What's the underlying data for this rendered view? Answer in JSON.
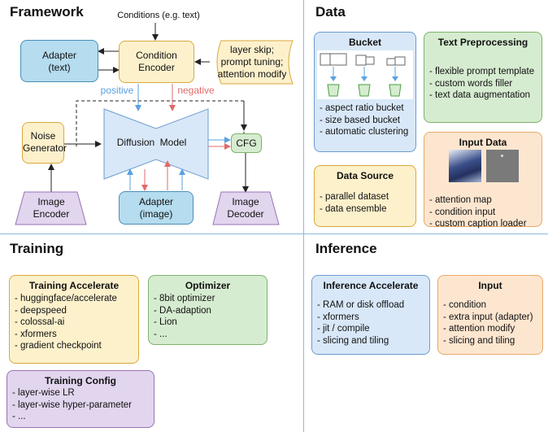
{
  "framework": {
    "title": "Framework",
    "conditions_label": "Conditions (e.g. text)",
    "adapter_text": [
      "Adapter",
      "(text)"
    ],
    "condition_encoder": [
      "Condition",
      "Encoder"
    ],
    "layer_skip": [
      "layer skip;",
      "prompt tuning;",
      "attention modify"
    ],
    "positive": "positive",
    "negative": "negative",
    "noise_generator": [
      "Noise",
      "Generator"
    ],
    "diffusion": "Diffusion",
    "model": "Model",
    "cfg": "CFG",
    "image_encoder": [
      "Image",
      "Encoder"
    ],
    "adapter_image": [
      "Adapter",
      "(image)"
    ],
    "image_decoder": [
      "Image",
      "Decoder"
    ]
  },
  "data": {
    "title": "Data",
    "bucket": {
      "title": "Bucket",
      "items": [
        "- aspect ratio bucket",
        "- size based bucket",
        "- automatic clustering"
      ]
    },
    "text_pre": {
      "title": "Text Preprocessing",
      "items": [
        "- flexible prompt template",
        "- custom words filler",
        "- text data augmentation"
      ]
    },
    "data_source": {
      "title": "Data Source",
      "items": [
        "- parallel dataset",
        "- data ensemble"
      ]
    },
    "input_data": {
      "title": "Input Data",
      "items": [
        "- attention map",
        "- condition input",
        "- custom caption loader"
      ]
    }
  },
  "training": {
    "title": "Training",
    "accelerate": {
      "title": "Training Accelerate",
      "items": [
        "- huggingface/accelerate",
        "- deepspeed",
        "- colossal-ai",
        "- xformers",
        "- gradient checkpoint"
      ]
    },
    "optimizer": {
      "title": "Optimizer",
      "items": [
        "- 8bit optimizer",
        "- DA-adaption",
        "- Lion",
        "- ..."
      ]
    },
    "config": {
      "title": "Training Config",
      "items": [
        "- layer-wise LR",
        "- layer-wise hyper-parameter",
        "- ..."
      ]
    }
  },
  "inference": {
    "title": "Inference",
    "accelerate": {
      "title": "Inference Accelerate",
      "items": [
        "- RAM or disk offload",
        "- xformers",
        "- jit / compile",
        "- slicing and tiling"
      ]
    },
    "input": {
      "title": "Input",
      "items": [
        "- condition",
        "- extra input (adapter)",
        "- attention modify",
        "- slicing and tiling"
      ]
    }
  },
  "colors": {
    "positive": "#5aa0e0",
    "negative": "#e06b6b",
    "divider": "#8fb8d8"
  }
}
